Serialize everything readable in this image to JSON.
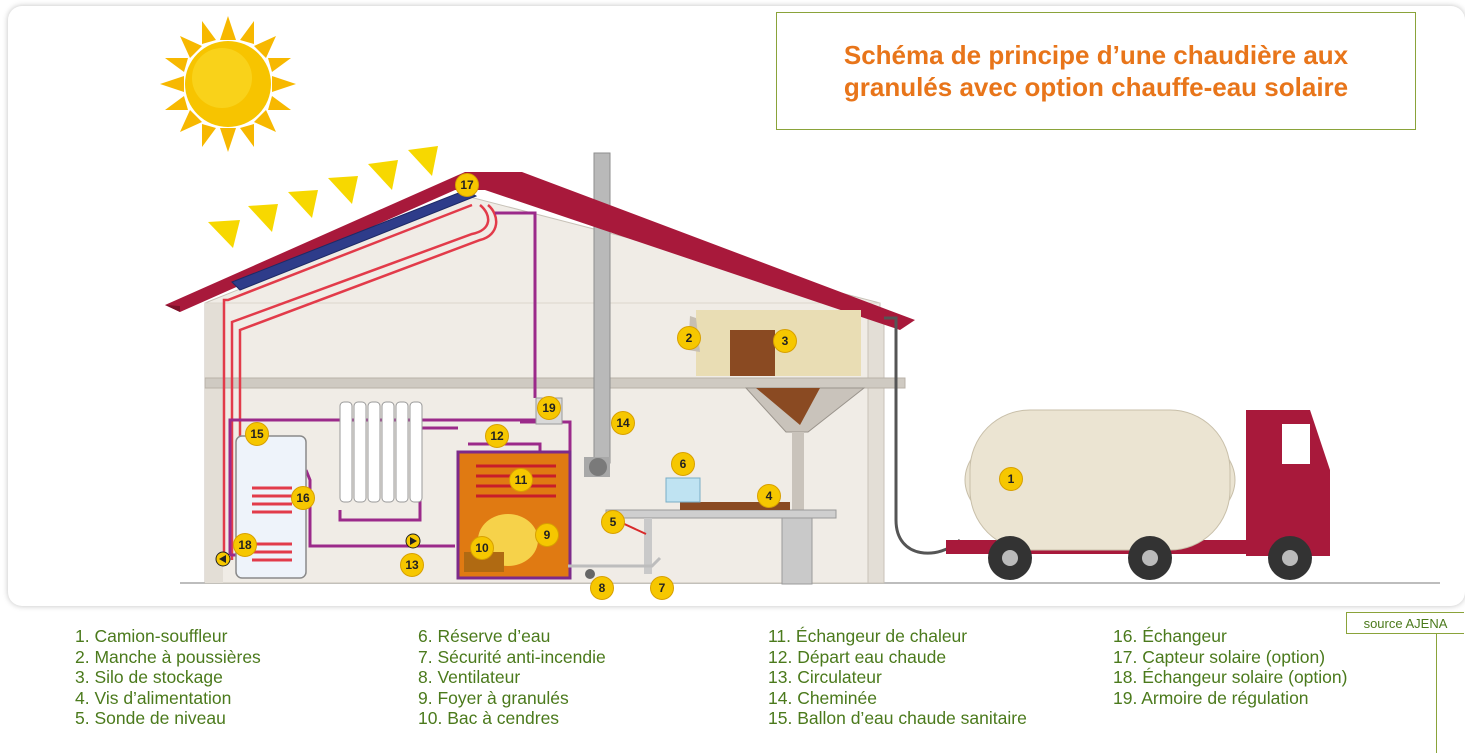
{
  "title": "Schéma de principe d’une chaudière aux granulés avec option chauffe-eau solaire",
  "source": "source AJENA",
  "colors": {
    "title": "#e8751a",
    "legend_text": "#4b7a1c",
    "frame_border": "#8aa33a",
    "badge": "#f6c700",
    "roof": "#a8193b",
    "sun": "#f7c400",
    "pipe": "#9b2a8a",
    "truck_cab": "#a8193b",
    "tank": "#ebe4d2"
  },
  "icons": [
    "sun-icon",
    "pump-arrow-icon"
  ],
  "badges": [
    "1",
    "2",
    "3",
    "4",
    "5",
    "6",
    "7",
    "8",
    "9",
    "10",
    "11",
    "12",
    "13",
    "14",
    "15",
    "16",
    "17",
    "18",
    "19"
  ],
  "legend": [
    [
      "1. Camion-souffleur",
      "2. Manche à poussières",
      "3. Silo de stockage",
      "4. Vis d’alimentation",
      "5. Sonde de niveau"
    ],
    [
      "6. Réserve d’eau",
      "7. Sécurité anti-incendie",
      "8. Ventilateur",
      "9. Foyer à granulés",
      "10. Bac à cendres"
    ],
    [
      "11. Échangeur de chaleur",
      "12. Départ eau chaude",
      "13. Circulateur",
      "14. Cheminée",
      "15. Ballon d’eau chaude sanitaire"
    ],
    [
      "16. Échangeur",
      "17. Capteur solaire (option)",
      "18. Échangeur solaire (option)",
      "19. Armoire de régulation"
    ]
  ]
}
